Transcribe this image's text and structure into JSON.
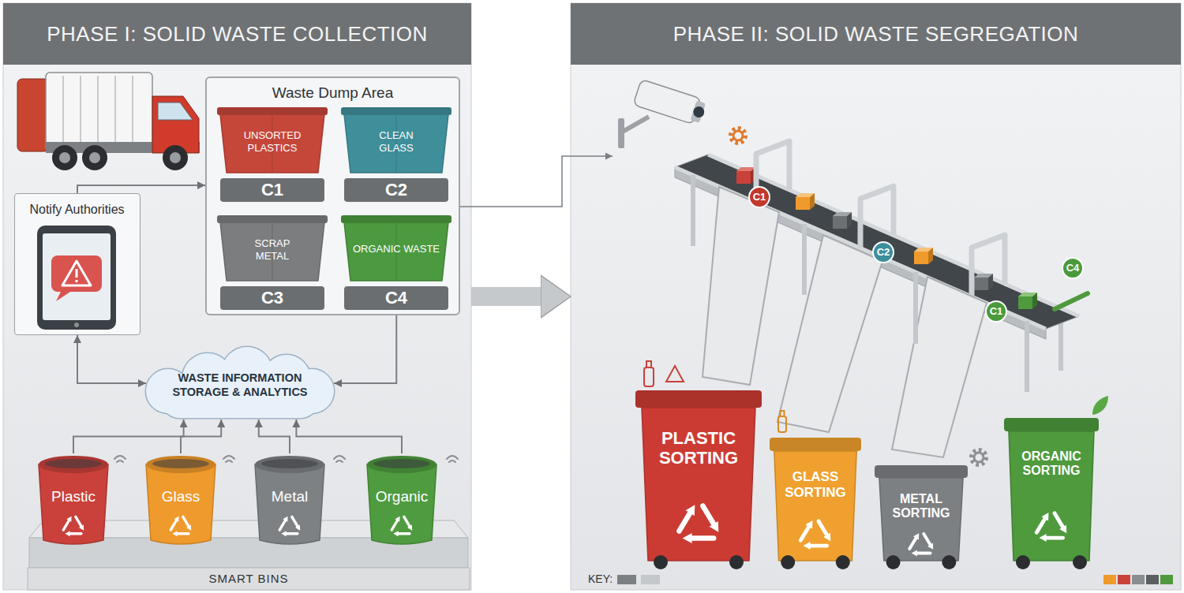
{
  "diagram": {
    "nodes": [
      {
        "text": [
          "PHASE I: SOLID WASTE COLLECTION"
        ]
      },
      {
        "text": [
          "Waste Dump Area"
        ],
        "in": 0
      },
      {
        "text": [
          "UNSORTED PLASTICS",
          "C1"
        ],
        "in": 1
      },
      {
        "text": [
          "CLEAN GLASS",
          "C2"
        ],
        "in": 1
      },
      {
        "text": [
          "SCRAP METAL",
          "C3"
        ],
        "in": 1
      },
      {
        "text": [
          "ORGANIC WASTE",
          "C4"
        ],
        "in": 1
      },
      {
        "text": [
          "Notify Authorities"
        ],
        "in": 0
      },
      {
        "text": [
          "WASTE INFORMATION STORAGE & ANALYTICS"
        ],
        "in": 0
      },
      {
        "text": [
          "SMART BINS"
        ],
        "in": 0
      },
      {
        "text": [
          "Plastic"
        ],
        "in": 8
      },
      {
        "text": [
          "Glass"
        ],
        "in": 8
      },
      {
        "text": [
          "Metal"
        ],
        "in": 8
      },
      {
        "text": [
          "Organic"
        ],
        "in": 8
      },
      {
        "text": [
          "PHASE II: SOLID WASTE SEGREGATION"
        ]
      },
      {
        "text": [
          "C1"
        ],
        "in": 13
      },
      {
        "text": [
          "C2"
        ],
        "in": 13
      },
      {
        "text": [
          "C4"
        ],
        "in": 13
      },
      {
        "text": [
          "C1"
        ],
        "in": 13
      },
      {
        "text": [
          "PLASTIC SORTING"
        ],
        "in": 13
      },
      {
        "text": [
          "GLASS SORTING"
        ],
        "in": 13
      },
      {
        "text": [
          "METAL SORTING"
        ],
        "in": 13
      },
      {
        "text": [
          "ORGANIC SORTING"
        ],
        "in": 13
      }
    ],
    "edges": [
      {
        "from": 6,
        "to": 1,
        "arrow": "to"
      },
      {
        "from": 1,
        "to": 7,
        "arrow": "to"
      },
      {
        "from": 7,
        "to": 6,
        "arrow": "both"
      },
      {
        "from": 9,
        "to": 7,
        "arrow": "to"
      },
      {
        "from": 10,
        "to": 7,
        "arrow": "to"
      },
      {
        "from": 11,
        "to": 7,
        "arrow": "to"
      },
      {
        "from": 12,
        "to": 7,
        "arrow": "to"
      },
      {
        "from": 0,
        "to": 13,
        "arrow": "to"
      }
    ],
    "labels": [
      "KEY:"
    ]
  }
}
